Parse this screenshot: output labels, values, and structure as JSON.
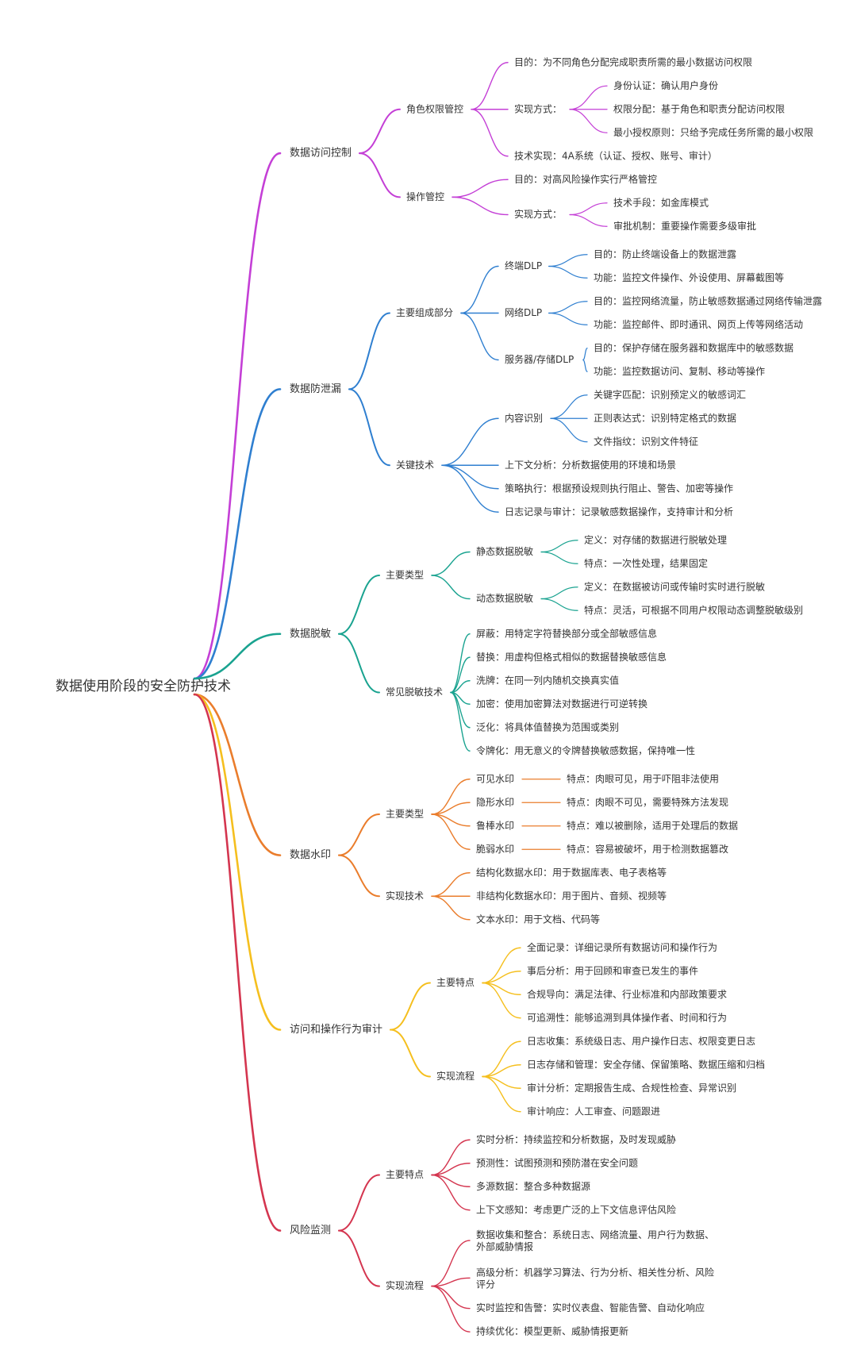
{
  "root": "数据使用阶段的安全防护技术",
  "branches": [
    {
      "label": "数据访问控制",
      "color": "#c43fd6",
      "children": [
        {
          "label": "角色权限管控",
          "children": [
            {
              "label": "目的：为不同角色分配完成职责所需的最小数据访问权限"
            },
            {
              "label": "实现方式：",
              "children": [
                {
                  "label": "身份认证：确认用户身份"
                },
                {
                  "label": "权限分配：基于角色和职责分配访问权限"
                },
                {
                  "label": "最小授权原则：只给予完成任务所需的最小权限"
                }
              ]
            },
            {
              "label": "技术实现：4A系统（认证、授权、账号、审计）"
            }
          ]
        },
        {
          "label": "操作管控",
          "children": [
            {
              "label": "目的：对高风险操作实行严格管控"
            },
            {
              "label": "实现方式：",
              "children": [
                {
                  "label": "技术手段：如金库模式"
                },
                {
                  "label": "审批机制：重要操作需要多级审批"
                }
              ]
            }
          ]
        }
      ]
    },
    {
      "label": "数据防泄漏",
      "color": "#2f7fd0",
      "children": [
        {
          "label": "主要组成部分",
          "children": [
            {
              "label": "终端DLP",
              "children": [
                {
                  "label": "目的：防止终端设备上的数据泄露"
                },
                {
                  "label": "功能：监控文件操作、外设使用、屏幕截图等"
                }
              ]
            },
            {
              "label": "网络DLP",
              "children": [
                {
                  "label": "目的：监控网络流量，防止敏感数据通过网络传输泄露"
                },
                {
                  "label": "功能：监控邮件、即时通讯、网页上传等网络活动"
                }
              ]
            },
            {
              "label": "服务器/存储DLP",
              "children": [
                {
                  "label": "目的：保护存储在服务器和数据库中的敏感数据"
                },
                {
                  "label": "功能：监控数据访问、复制、移动等操作"
                }
              ]
            }
          ]
        },
        {
          "label": "关键技术",
          "children": [
            {
              "label": "内容识别",
              "children": [
                {
                  "label": "关键字匹配：识别预定义的敏感词汇"
                },
                {
                  "label": "正则表达式：识别特定格式的数据"
                },
                {
                  "label": "文件指纹：识别文件特征"
                }
              ]
            },
            {
              "label": "上下文分析：分析数据使用的环境和场景"
            },
            {
              "label": "策略执行：根据预设规则执行阻止、警告、加密等操作"
            },
            {
              "label": "日志记录与审计：记录敏感数据操作，支持审计和分析"
            }
          ]
        }
      ]
    },
    {
      "label": "数据脱敏",
      "color": "#1aa390",
      "children": [
        {
          "label": "主要类型",
          "children": [
            {
              "label": "静态数据脱敏",
              "children": [
                {
                  "label": "定义：对存储的数据进行脱敏处理"
                },
                {
                  "label": "特点：一次性处理，结果固定"
                }
              ]
            },
            {
              "label": "动态数据脱敏",
              "children": [
                {
                  "label": "定义：在数据被访问或传输时实时进行脱敏"
                },
                {
                  "label": "特点：灵活，可根据不同用户权限动态调整脱敏级别"
                }
              ]
            }
          ]
        },
        {
          "label": "常见脱敏技术",
          "children": [
            {
              "label": "屏蔽：用特定字符替换部分或全部敏感信息"
            },
            {
              "label": "替换：用虚构但格式相似的数据替换敏感信息"
            },
            {
              "label": "洗牌：在同一列内随机交换真实值"
            },
            {
              "label": "加密：使用加密算法对数据进行可逆转换"
            },
            {
              "label": "泛化：将具体值替换为范围或类别"
            },
            {
              "label": "令牌化：用无意义的令牌替换敏感数据，保持唯一性"
            }
          ]
        }
      ]
    },
    {
      "label": "数据水印",
      "color": "#ea7d2c",
      "children": [
        {
          "label": "主要类型",
          "children": [
            {
              "label": "可见水印",
              "children": [
                {
                  "label": "特点：肉眼可见，用于吓阻非法使用"
                }
              ]
            },
            {
              "label": "隐形水印",
              "children": [
                {
                  "label": "特点：肉眼不可见，需要特殊方法发现"
                }
              ]
            },
            {
              "label": "鲁棒水印",
              "children": [
                {
                  "label": "特点：难以被删除，适用于处理后的数据"
                }
              ]
            },
            {
              "label": "脆弱水印",
              "children": [
                {
                  "label": "特点：容易被破坏，用于检测数据篡改"
                }
              ]
            }
          ]
        },
        {
          "label": "实现技术",
          "children": [
            {
              "label": "结构化数据水印：用于数据库表、电子表格等"
            },
            {
              "label": "非结构化数据水印：用于图片、音频、视频等"
            },
            {
              "label": "文本水印：用于文档、代码等"
            }
          ]
        }
      ]
    },
    {
      "label": "访问和操作行为审计",
      "color": "#f5bf1e",
      "children": [
        {
          "label": "主要特点",
          "children": [
            {
              "label": "全面记录：详细记录所有数据访问和操作行为"
            },
            {
              "label": "事后分析：用于回顾和审查已发生的事件"
            },
            {
              "label": "合规导向：满足法律、行业标准和内部政策要求"
            },
            {
              "label": "可追溯性：能够追溯到具体操作者、时间和行为"
            }
          ]
        },
        {
          "label": "实现流程",
          "children": [
            {
              "label": "日志收集：系统级日志、用户操作日志、权限变更日志"
            },
            {
              "label": "日志存储和管理：安全存储、保留策略、数据压缩和归档"
            },
            {
              "label": "审计分析：定期报告生成、合规性检查、异常识别"
            },
            {
              "label": "审计响应：人工审查、问题跟进"
            }
          ]
        }
      ]
    },
    {
      "label": "风险监测",
      "color": "#d4354f",
      "children": [
        {
          "label": "主要特点",
          "children": [
            {
              "label": "实时分析：持续监控和分析数据，及时发现威胁"
            },
            {
              "label": "预测性：试图预测和预防潜在安全问题"
            },
            {
              "label": "多源数据：整合多种数据源"
            },
            {
              "label": "上下文感知：考虑更广泛的上下文信息评估风险"
            }
          ]
        },
        {
          "label": "实现流程",
          "children": [
            {
              "label": "数据收集和整合：系统日志、网络流量、用户行为数据、\n外部威胁情报"
            },
            {
              "label": "高级分析：机器学习算法、行为分析、相关性分析、风险\n评分"
            },
            {
              "label": "实时监控和告警：实时仪表盘、智能告警、自动化响应"
            },
            {
              "label": "持续优化：模型更新、威胁情报更新"
            }
          ]
        }
      ]
    }
  ]
}
